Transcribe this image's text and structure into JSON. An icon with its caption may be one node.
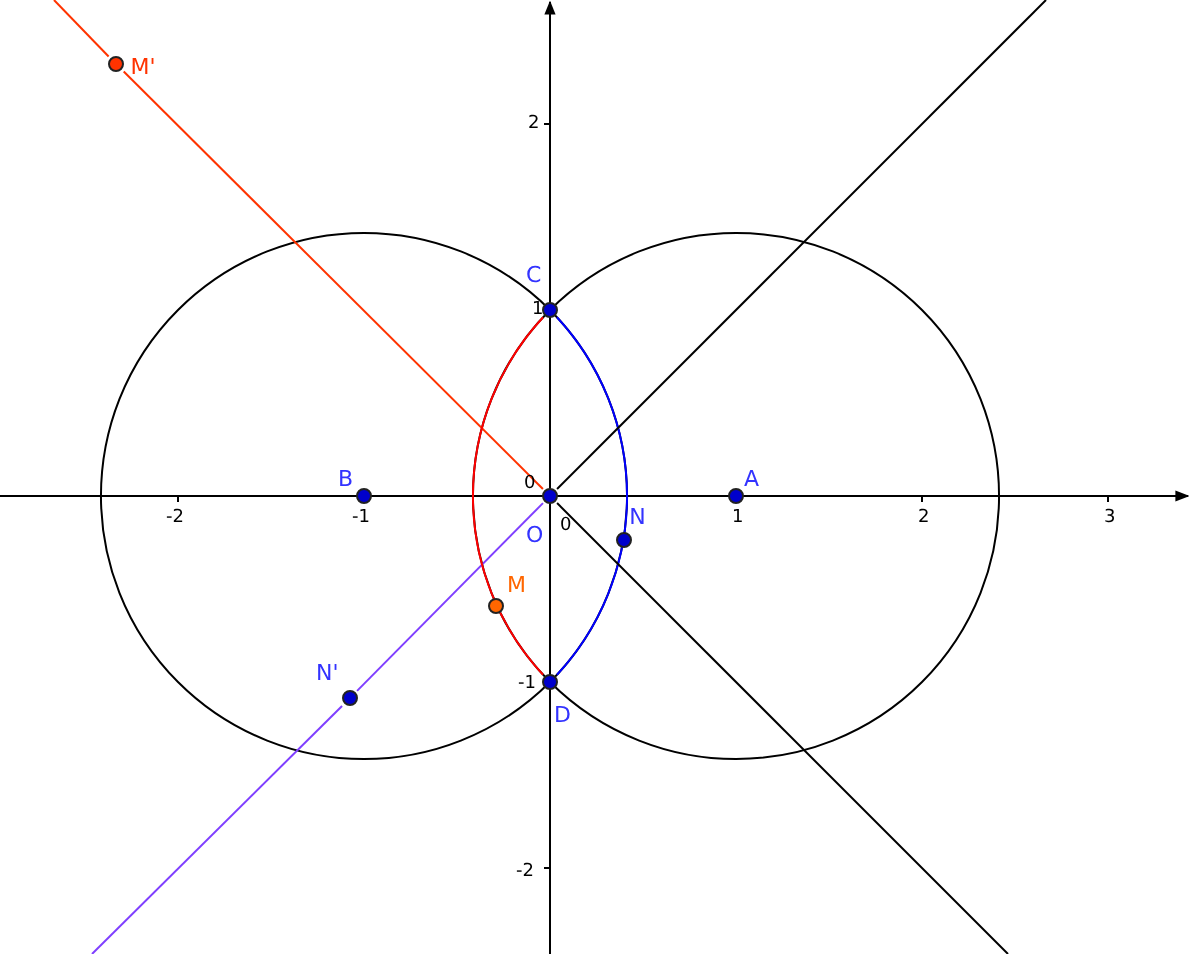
{
  "diagram": {
    "nodes": [
      {
        "text": [
          "M'"
        ]
      },
      {
        "text": [
          "C"
        ]
      },
      {
        "text": [
          "B"
        ]
      },
      {
        "text": [
          "O"
        ]
      },
      {
        "text": [
          "A"
        ]
      },
      {
        "text": [
          "N"
        ]
      },
      {
        "text": [
          "M"
        ]
      },
      {
        "text": [
          "N'"
        ]
      },
      {
        "text": [
          "D"
        ]
      }
    ],
    "edges": [
      {
        "from": 0,
        "to": 3,
        "arrow": "none",
        "color": "#ff3300"
      },
      {
        "from": 3,
        "to": 7,
        "arrow": "none",
        "color": "#7f3fff"
      },
      {
        "from": 1,
        "to": 8,
        "arrow": "none",
        "color": "#ff0000"
      },
      {
        "from": 1,
        "to": 8,
        "arrow": "none",
        "color": "#0000ff"
      },
      {
        "from": 3,
        "to": null,
        "arrow": "none"
      },
      {
        "from": 3,
        "to": null,
        "arrow": "none"
      }
    ],
    "labels": [
      "2",
      "1",
      "0",
      "-1",
      "-2",
      "-2",
      "-1",
      "0",
      "1",
      "2",
      "3"
    ]
  }
}
